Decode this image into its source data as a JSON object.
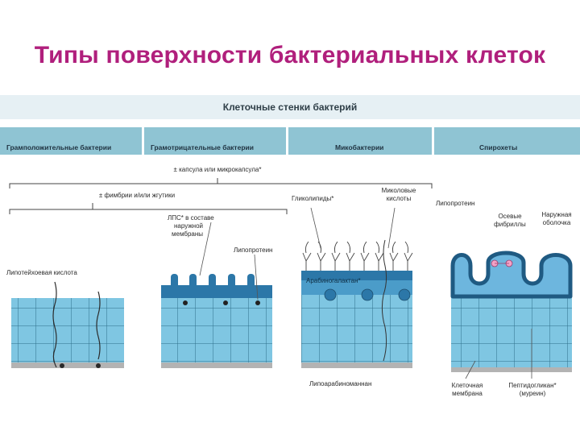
{
  "slide": {
    "title": "Типы поверхности бактериальных клеток"
  },
  "figure": {
    "header": "Клеточные стенки бактерий",
    "columns": [
      {
        "label": "Грамположительные бактерии"
      },
      {
        "label": "Грамотрицательные бактерии"
      },
      {
        "label": "Микобактерии"
      },
      {
        "label": "Спирохеты"
      }
    ],
    "brackets": {
      "capsule": "± капсула или микрокапсула*",
      "fimbriae": "± фимбрии и/или жгутики"
    },
    "labels": {
      "lipoteichoic": "Липотейхоевая кислота",
      "lps_1": "ЛПС* в составе",
      "lps_2": "наружной",
      "lps_3": "мембраны",
      "lipoprotein": "Липопротеин",
      "glycolipids": "Гликолипиды*",
      "mycolic_1": "Миколовые",
      "mycolic_2": "кислоты",
      "arabinogalactan": "Арабиногалактан*",
      "lipoarabinomannan": "Липоарабиноманнан",
      "spiro_lipoprotein": "Липопротеин",
      "axial_1": "Осевые",
      "axial_2": "фибриллы",
      "outer_1": "Наружная",
      "outer_2": "оболочка",
      "membrane_1": "Клеточная",
      "membrane_2": "мембрана",
      "peptidoglycan_1": "Пептидогликан*",
      "peptidoglycan_2": "(муреин)"
    }
  }
}
